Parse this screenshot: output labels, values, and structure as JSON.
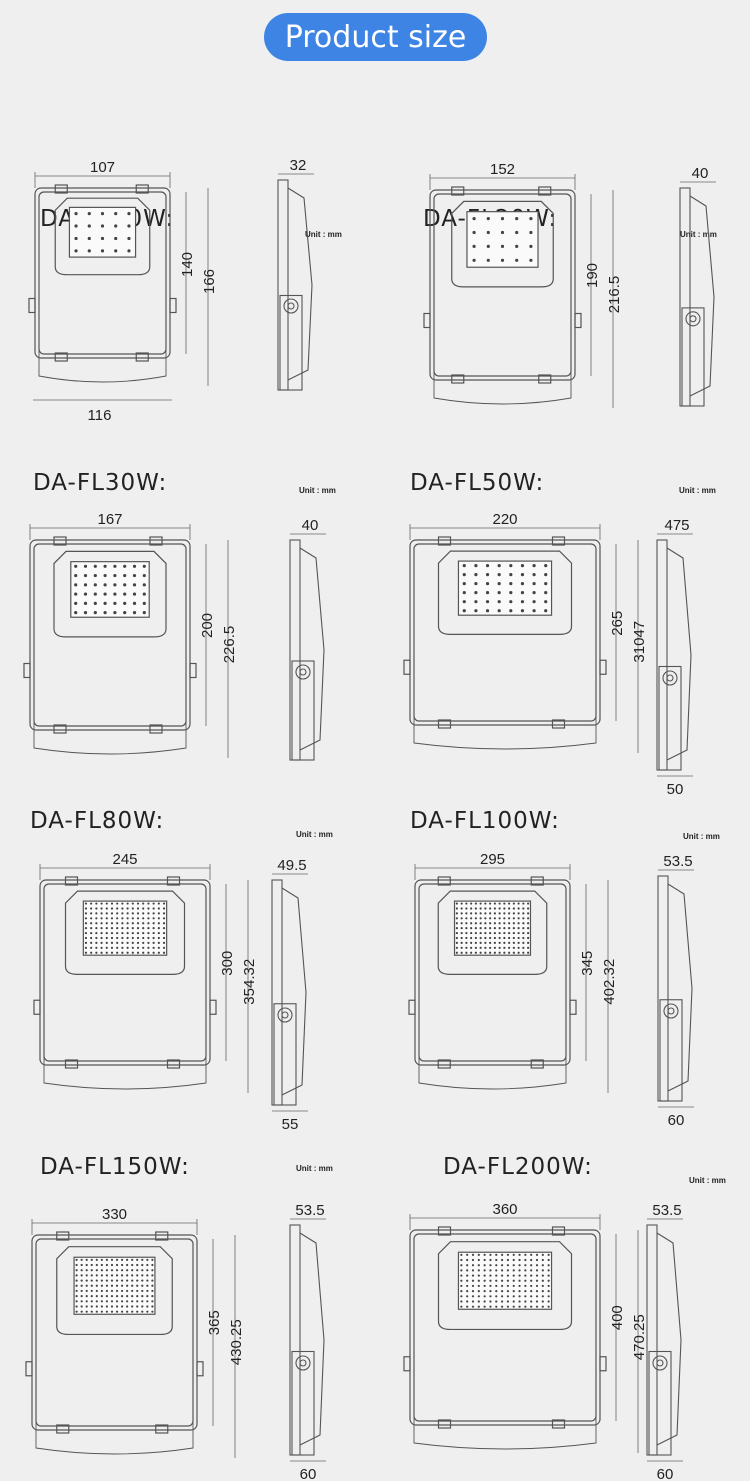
{
  "header": {
    "title": "Product size"
  },
  "colors": {
    "accent": "#3d84e4",
    "line": "#555555",
    "background": "#efefef"
  },
  "products": [
    {
      "name": "DA-FL10W:",
      "unit": "Unit : mm",
      "width": "107",
      "height": "140",
      "total_height": "166",
      "bracket_width": "116",
      "depth_top": "32",
      "depth_bottom": ""
    },
    {
      "name": "DA-FL20W:",
      "unit": "Unit : mm",
      "width": "152",
      "height": "190",
      "total_height": "216.5",
      "bracket_width": "",
      "depth_top": "40",
      "depth_bottom": ""
    },
    {
      "name": "DA-FL30W:",
      "unit": "Unit : mm",
      "width": "167",
      "height": "200",
      "total_height": "226.5",
      "bracket_width": "",
      "depth_top": "40",
      "depth_bottom": ""
    },
    {
      "name": "DA-FL50W:",
      "unit": "Unit : mm",
      "width": "220",
      "height": "265",
      "total_height": "31047",
      "bracket_width": "",
      "depth_top": "475",
      "depth_bottom": "50"
    },
    {
      "name": "DA-FL80W:",
      "unit": "Unit : mm",
      "width": "245",
      "height": "300",
      "total_height": "354.32",
      "bracket_width": "",
      "depth_top": "49.5",
      "depth_bottom": "55"
    },
    {
      "name": "DA-FL100W:",
      "unit": "Unit : mm",
      "width": "295",
      "height": "345",
      "total_height": "402.32",
      "bracket_width": "",
      "depth_top": "53.5",
      "depth_bottom": "60"
    },
    {
      "name": "DA-FL150W:",
      "unit": "Unit : mm",
      "width": "330",
      "height": "365",
      "total_height": "430.25",
      "bracket_width": "",
      "depth_top": "53.5",
      "depth_bottom": "60"
    },
    {
      "name": "DA-FL200W:",
      "unit": "Unit : mm",
      "width": "360",
      "height": "400",
      "total_height": "470.25",
      "bracket_width": "",
      "depth_top": "53.5",
      "depth_bottom": "60"
    }
  ]
}
